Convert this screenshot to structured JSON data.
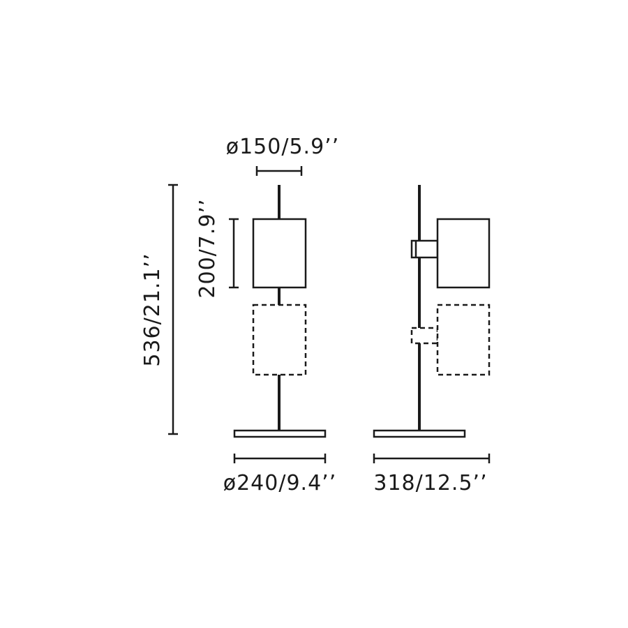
{
  "dimensions": {
    "shade_diameter": "ø150/5.9’’",
    "shade_height": "200/7.9’’",
    "total_height": "536/21.1’’",
    "base_diameter": "ø240/9.4’’",
    "total_depth": "318/12.5’’"
  },
  "colors": {
    "stroke": "#1a1a1a",
    "background": "#ffffff"
  }
}
